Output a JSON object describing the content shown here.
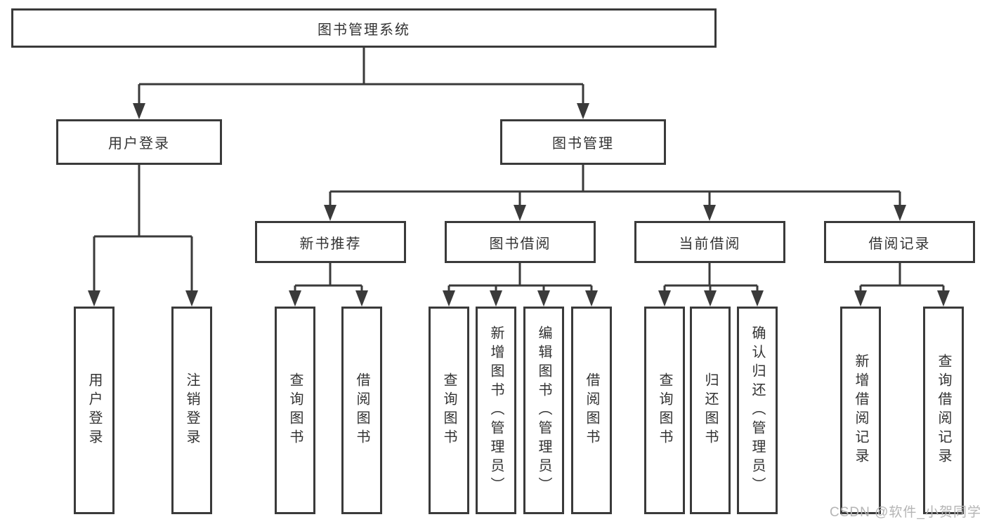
{
  "title": "图书管理系统",
  "watermark": "CSDN @软件_小贺同学",
  "colors": {
    "background": "#ffffff",
    "box_fill": "#ffffff",
    "line": "#3a3a3a",
    "text": "#333333",
    "watermark": "#b5b5b5"
  },
  "nodes": {
    "root": "图书管理系统",
    "l2_user_login": "用户登录",
    "l2_book_mgmt": "图书管理",
    "l3_new_book": "新书推荐",
    "l3_book_borrow": "图书借阅",
    "l3_current_borrow": "当前借阅",
    "l3_borrow_record": "借阅记录",
    "leaf_user_login": "用户登录",
    "leaf_logout": "注销登录",
    "leaf_nb_query": "查询图书",
    "leaf_nb_borrow": "借阅图书",
    "leaf_bb_query": "查询图书",
    "leaf_bb_add": "新增图书（管理员）",
    "leaf_bb_edit": "编辑图书（管理员）",
    "leaf_bb_borrow": "借阅图书",
    "leaf_cb_query": "查询图书",
    "leaf_cb_return": "归还图书",
    "leaf_cb_confirm": "确认归还（管理员）",
    "leaf_br_add": "新增借阅记录",
    "leaf_br_query": "查询借阅记录"
  },
  "hierarchy": {
    "图书管理系统": {
      "用户登录": [
        "用户登录",
        "注销登录"
      ],
      "图书管理": {
        "新书推荐": [
          "查询图书",
          "借阅图书"
        ],
        "图书借阅": [
          "查询图书",
          "新增图书（管理员）",
          "编辑图书（管理员）",
          "借阅图书"
        ],
        "当前借阅": [
          "查询图书",
          "归还图书",
          "确认归还（管理员）"
        ],
        "借阅记录": [
          "新增借阅记录",
          "查询借阅记录"
        ]
      }
    }
  }
}
